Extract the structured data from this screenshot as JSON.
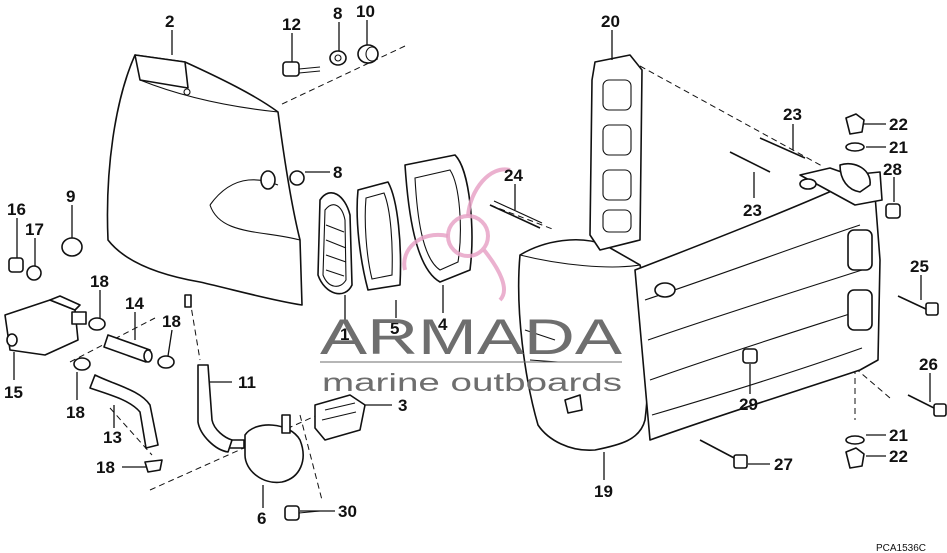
{
  "callouts": {
    "c1": "1",
    "c2": "2",
    "c3": "3",
    "c4": "4",
    "c5": "5",
    "c6": "6",
    "c8": "8",
    "c9": "9",
    "c10": "10",
    "c11": "11",
    "c12": "12",
    "c13": "13",
    "c14": "14",
    "c15": "15",
    "c16": "16",
    "c17": "17",
    "c18": "18",
    "c19": "19",
    "c20": "20",
    "c21": "21",
    "c22": "22",
    "c23": "23",
    "c24": "24",
    "c25": "25",
    "c26": "26",
    "c27": "27",
    "c28": "28",
    "c29": "29",
    "c30": "30"
  },
  "watermark": {
    "brand": "ARMADA",
    "tagline": "marine outboards"
  },
  "drawing_code": "PCA1536C",
  "colors": {
    "line": "#111111",
    "watermark_text": "#6e6e6e",
    "watermark_logo": "#e7a3c7"
  }
}
